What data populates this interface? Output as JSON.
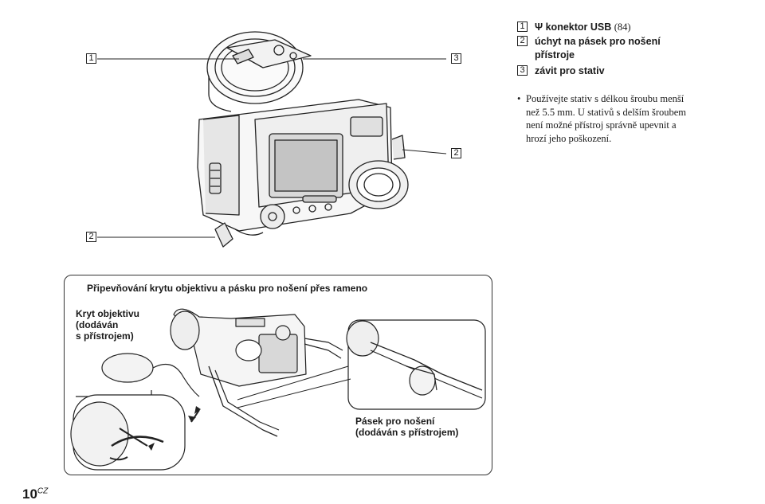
{
  "legend": [
    {
      "num": "1",
      "has_usb_icon": true,
      "label": "konektor USB",
      "page_ref": "(84)"
    },
    {
      "num": "2",
      "label_line1": "úchyt na pásek pro nošení",
      "label_line2": "přístroje"
    },
    {
      "num": "3",
      "label": "závit pro stativ"
    }
  ],
  "note": {
    "bullet": "•",
    "text_lines": [
      "Používejte stativ s délkou šroubu menší",
      "než 5.5 mm. U stativů s delším šroubem",
      "není možné přístroj správně upevnit a",
      "hrozí jeho poškození."
    ]
  },
  "callouts": {
    "c1": "1",
    "c3": "3",
    "c2a": "2",
    "c2b": "2"
  },
  "inset": {
    "title": "Připevňování krytu objektivu a pásku pro nošení přes rameno",
    "lens_cap_label_lines": [
      "Kryt objektivu",
      "(dodáván",
      "s přístrojem)"
    ],
    "strap_label_lines": [
      "Pásek pro nošení",
      "(dodáván s přístrojem)"
    ]
  },
  "page": {
    "number": "10",
    "lang": "CZ"
  }
}
